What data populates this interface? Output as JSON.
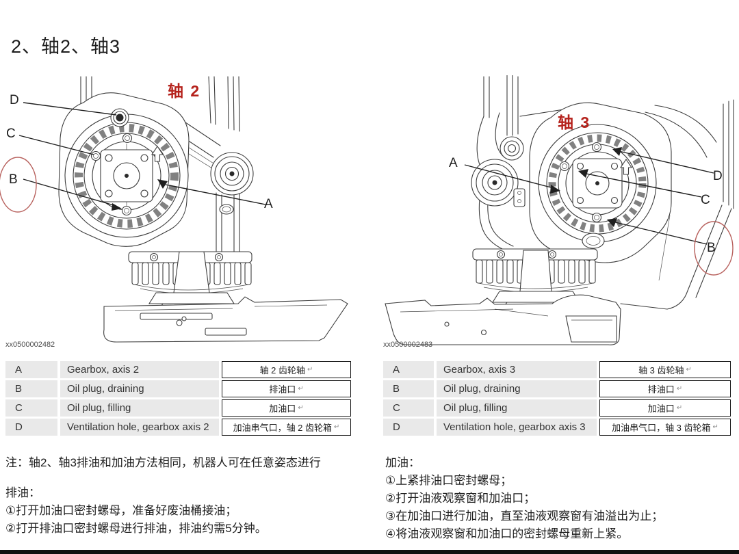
{
  "page": {
    "title": "2、轴2、轴3"
  },
  "colors": {
    "accent_red": "#b5221c",
    "ellipse_red": "#b8625e",
    "table_gray": "#e9e9e9"
  },
  "figure_left": {
    "axis_label": "轴 2",
    "caption": "xx0500002482",
    "callouts": {
      "A": "A",
      "B": "B",
      "C": "C",
      "D": "D"
    }
  },
  "figure_right": {
    "axis_label": "轴 3",
    "caption": "xx0500002483",
    "callouts": {
      "A": "A",
      "B": "B",
      "C": "C",
      "D": "D"
    }
  },
  "table_left": {
    "rows": [
      {
        "key": "A",
        "desc": "Gearbox, axis 2",
        "cn": "轴 2 齿轮轴"
      },
      {
        "key": "B",
        "desc": "Oil plug, draining",
        "cn": "排油口"
      },
      {
        "key": "C",
        "desc": "Oil plug, filling",
        "cn": "加油口"
      },
      {
        "key": "D",
        "desc": "Ventilation hole, gearbox axis 2",
        "cn": "加油串气口，轴 2 齿轮箱"
      }
    ]
  },
  "table_right": {
    "rows": [
      {
        "key": "A",
        "desc": "Gearbox, axis 3",
        "cn": "轴 3 齿轮轴"
      },
      {
        "key": "B",
        "desc": "Oil plug, draining",
        "cn": "排油口"
      },
      {
        "key": "C",
        "desc": "Oil plug, filling",
        "cn": "加油口"
      },
      {
        "key": "D",
        "desc": "Ventilation hole, gearbox axis 3",
        "cn": "加油串气口，轴 3 齿轮箱"
      }
    ]
  },
  "notes_left": {
    "note": "注：轴2、轴3排油和加油方法相同，机器人可在任意姿态进行",
    "section_title": "排油：",
    "steps": [
      "①打开加油口密封螺母，准备好废油桶接油；",
      "②打开排油口密封螺母进行排油，排油约需5分钟。"
    ]
  },
  "notes_right": {
    "section_title": "加油：",
    "steps": [
      "①上紧排油口密封螺母；",
      "②打开油液观察窗和加油口；",
      "③在加油口进行加油，直至油液观察窗有油溢出为止；",
      "④将油液观察窗和加油口的密封螺母重新上紧。"
    ]
  },
  "misc": {
    "return_mark": "↵"
  }
}
